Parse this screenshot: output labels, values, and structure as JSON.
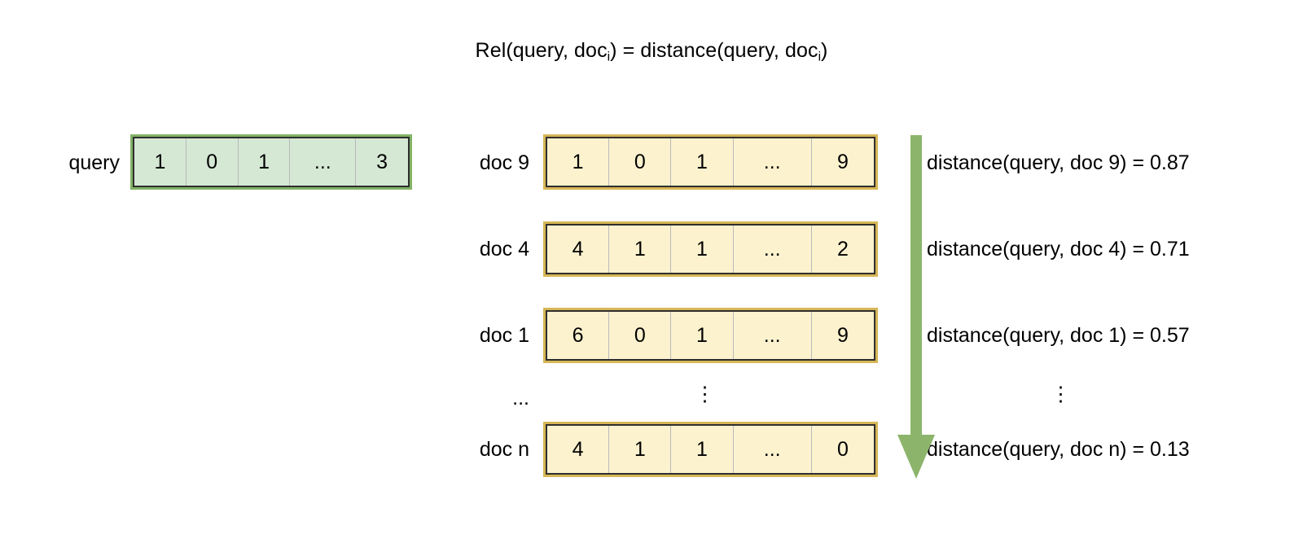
{
  "diagram": {
    "title_formula": {
      "prefix": "Rel(query, doc",
      "sub1": "i",
      "middle": ") = distance(query, doc",
      "sub2": "i",
      "suffix": ")"
    },
    "query": {
      "label": "query",
      "values": [
        "1",
        "0",
        "1",
        "...",
        "3"
      ],
      "fill_color": "#d5e8d4",
      "border_color": "#82b366"
    },
    "docs": [
      {
        "label": "doc 9",
        "values": [
          "1",
          "0",
          "1",
          "...",
          "9"
        ],
        "distance_text": "distance(query, doc 9) = 0.87",
        "distance_value": 0.87
      },
      {
        "label": "doc 4",
        "values": [
          "4",
          "1",
          "1",
          "...",
          "2"
        ],
        "distance_text": "distance(query, doc 4) = 0.71",
        "distance_value": 0.71
      },
      {
        "label": "doc 1",
        "values": [
          "6",
          "0",
          "1",
          "...",
          "9"
        ],
        "distance_text": "distance(query, doc 1) = 0.57",
        "distance_value": 0.57
      },
      {
        "label": "doc n",
        "values": [
          "4",
          "1",
          "1",
          "...",
          "0"
        ],
        "distance_text": "distance(query, doc n) = 0.13",
        "distance_value": 0.13
      }
    ],
    "ellipsis": {
      "row_label": "...",
      "docs_column": "⋮",
      "distance_column": "⋮"
    },
    "doc_box": {
      "fill_color": "#fcf2ce",
      "border_color": "#d6b656"
    },
    "arrow": {
      "name": "ranking-direction-arrow",
      "color": "#8cb56b",
      "direction": "down"
    }
  }
}
